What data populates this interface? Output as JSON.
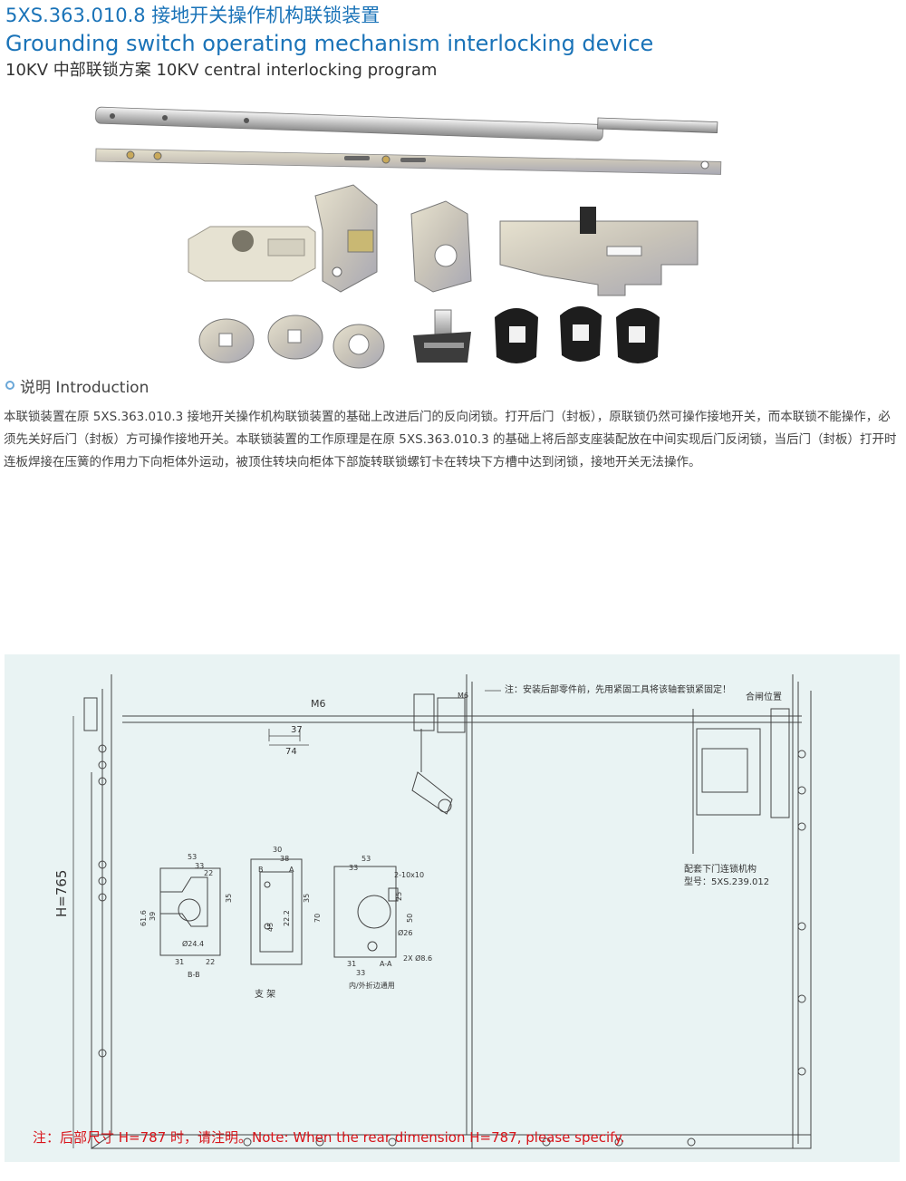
{
  "header": {
    "title_cn": "5XS.363.010.8 接地开关操作机构联锁装置",
    "title_en": "Grounding switch operating mechanism interlocking device",
    "subtitle": "10KV 中部联锁方案 10KV central interlocking program"
  },
  "intro": {
    "heading": "说明 Introduction",
    "body": "本联锁装置在原 5XS.363.010.3 接地开关操作机构联锁装置的基础上改进后门的反向闭锁。打开后门（封板），原联锁仍然可操作接地开关，而本联锁不能操作，必须先关好后门（封板）方可操作接地开关。本联锁装置的工作原理是在原 5XS.363.010.3 的基础上将后部支座装配放在中间实现后门反闭锁，当后门（封板）打开时连板焊接在压簧的作用力下向柜体外运动，被顶住转块向柜体下部旋转联锁螺钉卡在转块下方槽中达到闭锁，接地开关无法操作。"
  },
  "drawing": {
    "height_label": "H=765",
    "m6_label": "M6",
    "dim_37": "37",
    "dim_74": "74",
    "top_note": "注：安装后部零件前，先用紧固工具将该轴套锁紧固定！",
    "m6_small": "M6",
    "closing_position": "合闸位置",
    "matching_mech": "配套下门连锁机构",
    "model_no": "型号：5XS.239.012",
    "bracket_label": "支 架",
    "dims_bb": {
      "w53": "53",
      "w33": "33",
      "w22": "22",
      "h61": "61.6",
      "h39": "39",
      "d24": "Ø24.4",
      "b31": "31",
      "b22": "22",
      "h35": "35",
      "section": "B-B"
    },
    "dims_mid": {
      "w30": "30",
      "w38": "38",
      "b": "B",
      "a": "A",
      "h35": "35",
      "h45": "45",
      "h22": "22.2"
    },
    "dims_aa": {
      "w53": "53",
      "w33": "33",
      "hole": "2-10x10",
      "h25": "25",
      "h50": "50",
      "h70": "70",
      "d26": "Ø26",
      "h2": "2X Ø8.6",
      "b31": "31",
      "b33": "33",
      "section": "A-A",
      "note": "内/外折边通用"
    }
  },
  "footer": {
    "note": "注：后部尺寸 H=787 时，请注明。Note: When the rear dimension H=787, please specify."
  },
  "colors": {
    "title_blue": "#1a73b8",
    "note_red": "#d8141a",
    "drawing_bg": "#e9f3f3"
  }
}
